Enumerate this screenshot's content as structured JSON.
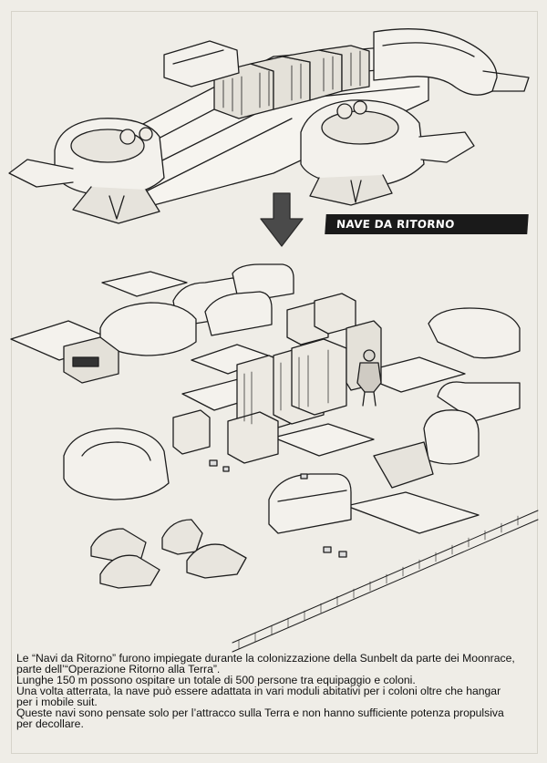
{
  "label": "NAVE DA RITORNO",
  "caption": {
    "lines": [
      "Le “Navi da Ritorno” furono impiegate durante la colonizzazione della Sunbelt da parte dei Moonrace,",
      "parte dell’“Operazione Ritorno alla Terra”.",
      "Lunghe 150 m possono ospitare un totale di 500 persone tra equipaggio e coloni.",
      "Una volta atterrata, la nave può essere adattata in vari moduli abitativi per i coloni oltre che hangar",
      "per i mobile suit.",
      "Queste navi sono pensate solo per l’attracco sulla Terra e non hanno sufficiente potenza propulsiva",
      "per decollare."
    ]
  },
  "colors": {
    "paper": "#efede7",
    "ink": "#1a1a1a",
    "label_bg": "#1a1a1a",
    "label_text": "#ffffff"
  }
}
